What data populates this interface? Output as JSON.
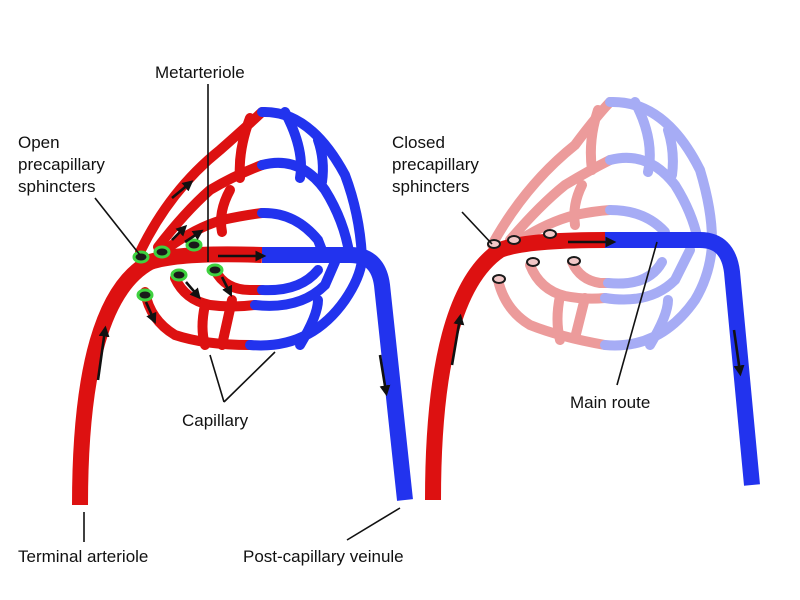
{
  "labels": {
    "metarteriole": "Metarteriole",
    "open_line1": "Open",
    "open_line2": "precapillary",
    "open_line3": "sphincters",
    "closed_line1": "Closed",
    "closed_line2": "precapillary",
    "closed_line3": "sphincters",
    "capillary": "Capillary",
    "main_route": "Main route",
    "terminal_arteriole": "Terminal arteriole",
    "post_capillary_venule": "Post-capillary veinule"
  },
  "colors": {
    "artery": "#dd1111",
    "vein": "#2233ee",
    "artery_faded": "#ec9b9b",
    "vein_faded": "#a6acf5",
    "sphincter_open": "#3fd13f",
    "sphincter_closed": "#f2c8c8"
  },
  "states": {
    "left_sphincters": "open",
    "right_sphincters": "closed"
  }
}
